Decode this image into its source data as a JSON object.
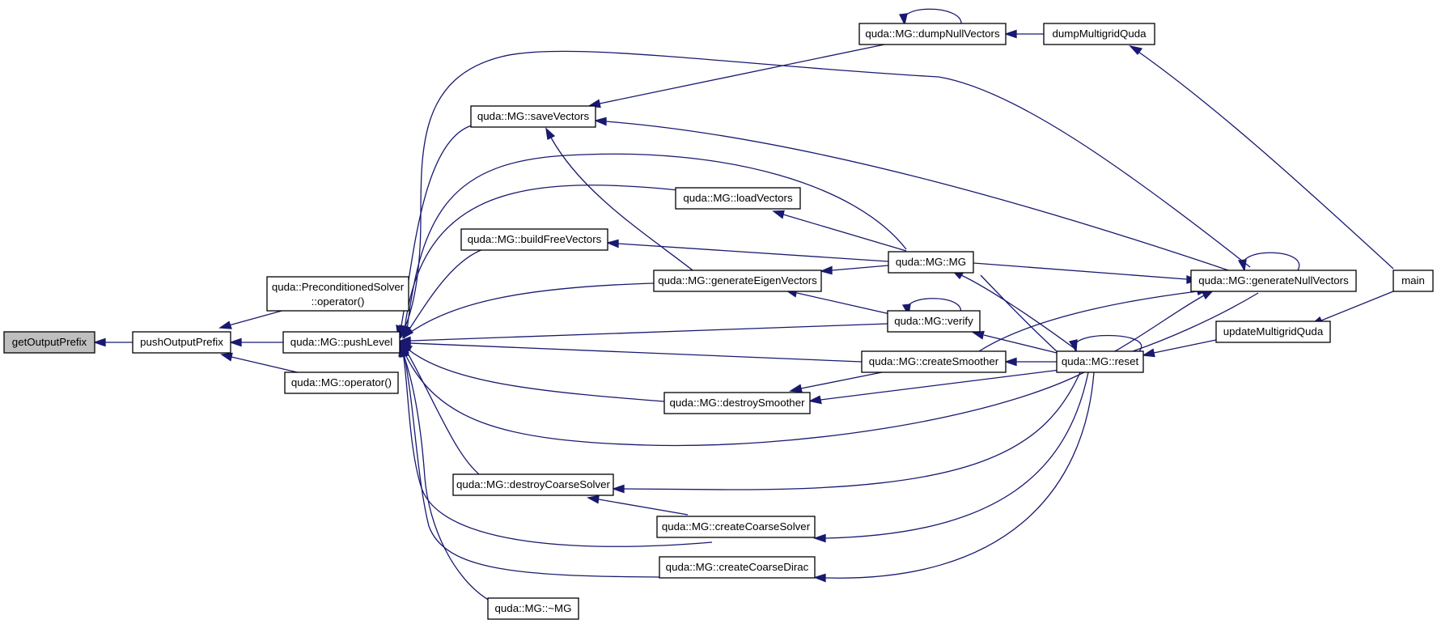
{
  "graph": {
    "nodes": {
      "getOutputPrefix": "getOutputPrefix",
      "pushOutputPrefix": "pushOutputPrefix",
      "precondSolverOp_line1": "quda::PreconditionedSolver",
      "precondSolverOp_line2": "::operator()",
      "pushLevel": "quda::MG::pushLevel",
      "mgOperator": "quda::MG::operator()",
      "saveVectors": "quda::MG::saveVectors",
      "loadVectors": "quda::MG::loadVectors",
      "buildFreeVectors": "quda::MG::buildFreeVectors",
      "generateEigenVectors": "quda::MG::generateEigenVectors",
      "createSmoother": "quda::MG::createSmoother",
      "destroySmoother": "quda::MG::destroySmoother",
      "destroyCoarseSolver": "quda::MG::destroyCoarseSolver",
      "createCoarseSolver": "quda::MG::createCoarseSolver",
      "createCoarseDirac": "quda::MG::createCoarseDirac",
      "mgDestructor": "quda::MG::~MG",
      "dumpNullVectors": "quda::MG::dumpNullVectors",
      "dumpMultigridQuda": "dumpMultigridQuda",
      "mgConstructor": "quda::MG::MG",
      "verify": "quda::MG::verify",
      "reset": "quda::MG::reset",
      "generateNullVectors": "quda::MG::generateNullVectors",
      "updateMultigridQuda": "updateMultigridQuda",
      "main": "main"
    }
  }
}
